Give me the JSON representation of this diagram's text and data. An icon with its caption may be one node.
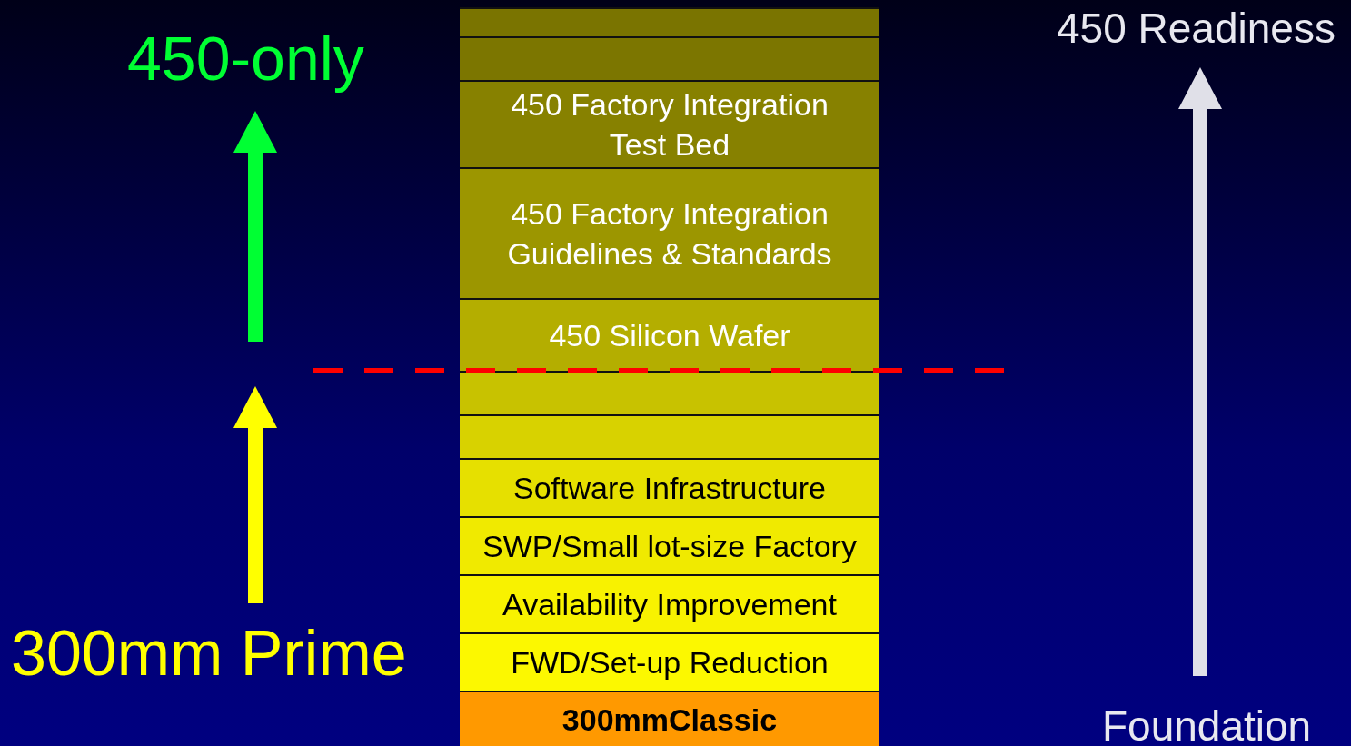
{
  "diagram": {
    "nodes": [
      {
        "text": [],
        "shape": "box"
      },
      {
        "text": [],
        "shape": "box"
      },
      {
        "text": [
          "450 Factory Integration Test Bed"
        ]
      },
      {
        "text": [
          "450 Factory Integration Guidelines & Standards"
        ]
      },
      {
        "text": [
          "450 Silicon Wafer"
        ]
      },
      {
        "text": [],
        "shape": "box"
      },
      {
        "text": [],
        "shape": "box"
      },
      {
        "text": [
          "Software Infrastructure"
        ]
      },
      {
        "text": [
          "SWP/Small lot-size Factory"
        ]
      },
      {
        "text": [
          "Availability Improvement"
        ]
      },
      {
        "text": [
          "FWD/Set-up Reduction"
        ]
      },
      {
        "text": [
          "300mmClassic"
        ]
      }
    ],
    "labels": [
      "450-only",
      "450 Readiness",
      "300mm Prime",
      "Foundation"
    ]
  }
}
